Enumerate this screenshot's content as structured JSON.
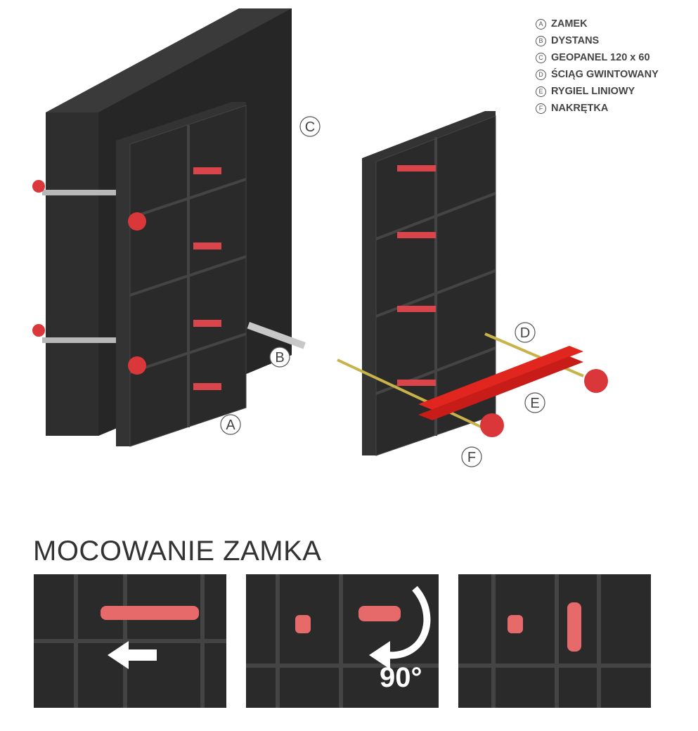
{
  "legend": [
    {
      "key": "A",
      "label": "ZAMEK"
    },
    {
      "key": "B",
      "label": "DYSTANS"
    },
    {
      "key": "C",
      "label": "GEOPANEL 120 x 60"
    },
    {
      "key": "D",
      "label": "ŚCIĄG GWINTOWANY"
    },
    {
      "key": "E",
      "label": "RYGIEL LINIOWY"
    },
    {
      "key": "F",
      "label": "NAKRĘTKA"
    }
  ],
  "callouts": {
    "A": "A",
    "B": "B",
    "C": "C",
    "D": "D",
    "E": "E",
    "F": "F"
  },
  "section_title": "MOCOWANIE ZAMKA",
  "steps": [
    {
      "annotation": ""
    },
    {
      "annotation": "90°"
    },
    {
      "annotation": ""
    }
  ],
  "colors": {
    "panel": "#2b2b2b",
    "lock": "#d9373a",
    "beam": "#d8201e",
    "rod": "#c9b24a",
    "text": "#444444"
  }
}
